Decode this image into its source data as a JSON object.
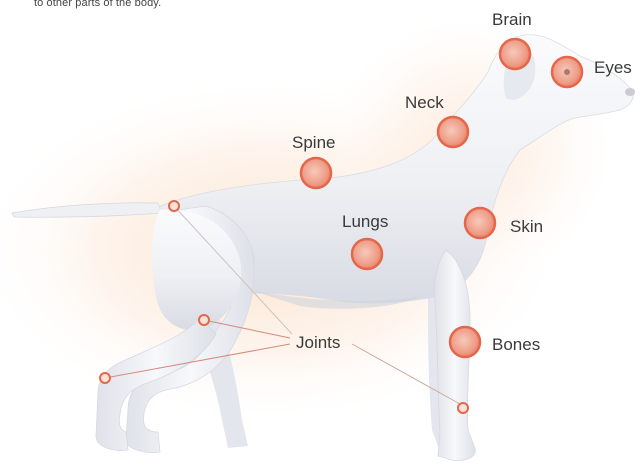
{
  "intro_text": "to other parts of the body.",
  "labels": {
    "brain": "Brain",
    "eyes": "Eyes",
    "neck": "Neck",
    "spine": "Spine",
    "lungs": "Lungs",
    "skin": "Skin",
    "bones": "Bones",
    "joints": "Joints"
  },
  "colors": {
    "marker": "#e4674b",
    "marker_fill": "#f2a791",
    "leader_line": "#d48a7c",
    "glow": "#fbe2cf",
    "dog_body": "#f4f5f8",
    "dog_shade": "#d9dce4",
    "label_text": "#3a3a3a"
  }
}
